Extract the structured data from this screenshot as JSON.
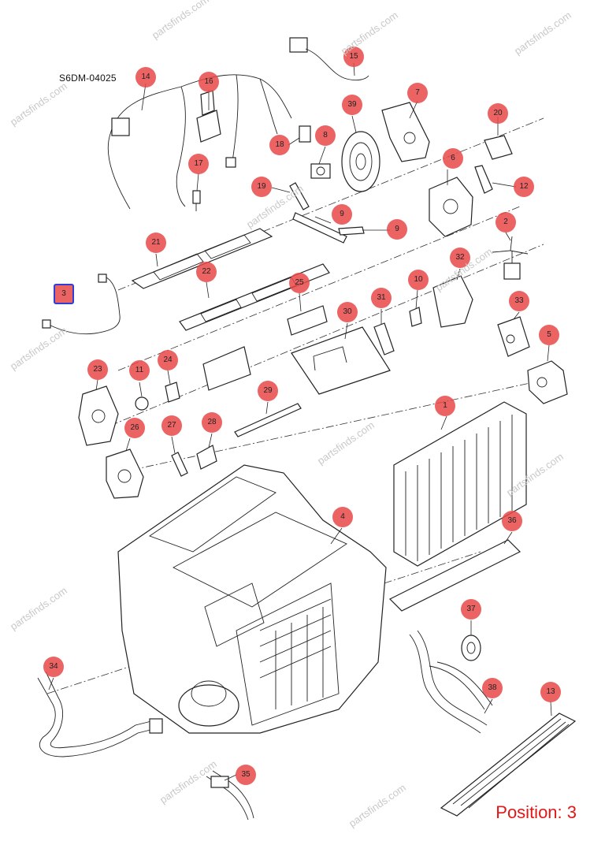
{
  "diagram_code": "S6DM-04025",
  "position_label": "Position: 3",
  "watermark": "partsfinds.com",
  "accent_color": "#e84848",
  "selection_color": "#2f3ed6",
  "callouts": [
    {
      "id": "c1",
      "label": "1"
    },
    {
      "id": "c2",
      "label": "2"
    },
    {
      "id": "c3",
      "label": "3",
      "selected": true
    },
    {
      "id": "c4",
      "label": "4"
    },
    {
      "id": "c5",
      "label": "5"
    },
    {
      "id": "c6",
      "label": "6"
    },
    {
      "id": "c7",
      "label": "7"
    },
    {
      "id": "c8",
      "label": "8"
    },
    {
      "id": "c9a",
      "label": "9"
    },
    {
      "id": "c9b",
      "label": "9"
    },
    {
      "id": "c10",
      "label": "10"
    },
    {
      "id": "c11",
      "label": "11"
    },
    {
      "id": "c12",
      "label": "12"
    },
    {
      "id": "c13",
      "label": "13"
    },
    {
      "id": "c14",
      "label": "14"
    },
    {
      "id": "c15",
      "label": "15"
    },
    {
      "id": "c16",
      "label": "16"
    },
    {
      "id": "c17",
      "label": "17"
    },
    {
      "id": "c18",
      "label": "18"
    },
    {
      "id": "c19",
      "label": "19"
    },
    {
      "id": "c20",
      "label": "20"
    },
    {
      "id": "c21",
      "label": "21"
    },
    {
      "id": "c22",
      "label": "22"
    },
    {
      "id": "c23",
      "label": "23"
    },
    {
      "id": "c24",
      "label": "24"
    },
    {
      "id": "c25",
      "label": "25"
    },
    {
      "id": "c26",
      "label": "26"
    },
    {
      "id": "c27",
      "label": "27"
    },
    {
      "id": "c28",
      "label": "28"
    },
    {
      "id": "c29",
      "label": "29"
    },
    {
      "id": "c30",
      "label": "30"
    },
    {
      "id": "c31",
      "label": "31"
    },
    {
      "id": "c32",
      "label": "32"
    },
    {
      "id": "c33",
      "label": "33"
    },
    {
      "id": "c34",
      "label": "34"
    },
    {
      "id": "c35",
      "label": "35"
    },
    {
      "id": "c36",
      "label": "36"
    },
    {
      "id": "c37",
      "label": "37"
    },
    {
      "id": "c38",
      "label": "38"
    },
    {
      "id": "c39",
      "label": "39"
    }
  ]
}
